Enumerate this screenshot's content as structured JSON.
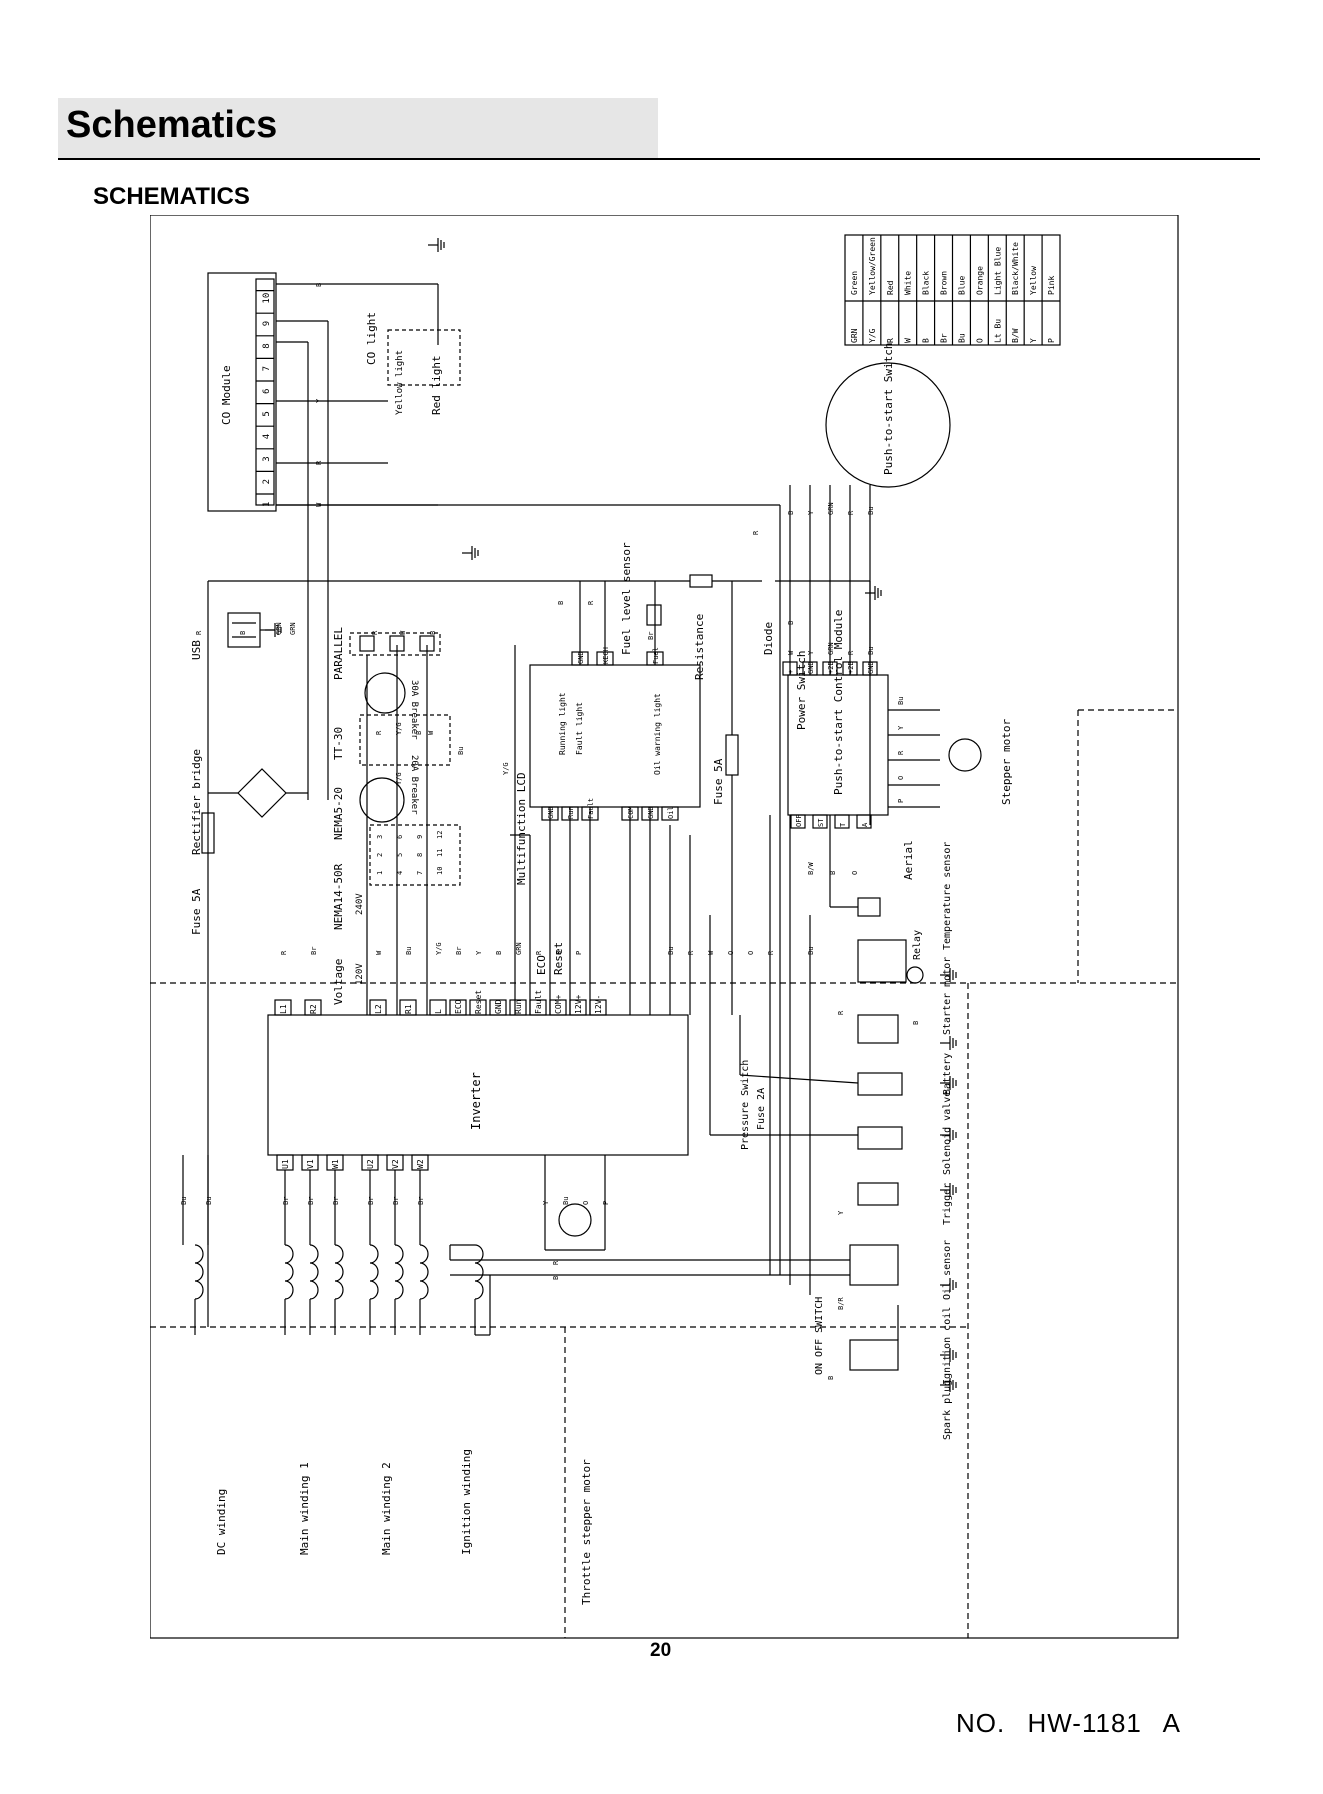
{
  "header": {
    "title": "Schematics"
  },
  "section": {
    "title": "SCHEMATICS"
  },
  "footer": {
    "page_number": "20",
    "doc_number": "NO.   HW-1181   A"
  },
  "colors": {
    "ink": "#000000",
    "header_band": "#e6e6e6"
  },
  "co_module": {
    "title": "CO Module",
    "pins": [
      "1",
      "2",
      "3",
      "4",
      "5",
      "6",
      "7",
      "8",
      "9",
      "10"
    ],
    "co_light": "CO light",
    "yellow_light": "Yellow light",
    "red_light": "Red light"
  },
  "wire_labels": {
    "b": "B",
    "r": "R",
    "y": "Y",
    "w": "W",
    "bu": "Bu",
    "br": "Br",
    "grn": "GRN",
    "yg": "Y/G",
    "o": "O",
    "p": "P",
    "bw": "B/W",
    "br_slash": "B/R"
  },
  "left_column": {
    "usb": "USB",
    "rectifier": "Rectifier bridge",
    "fuse5a": "Fuse 5A"
  },
  "outlets": {
    "parallel": "PARALLEL",
    "tt30": "TT-30",
    "nema520": "NEMA5-20",
    "nema1450": "NEMA14-50R",
    "voltage": "Voltage",
    "breaker30": "30A Breaker",
    "breaker20": "20A Breaker",
    "v120": "120V",
    "v240": "240V",
    "switch_pins": [
      "1",
      "2",
      "3",
      "4",
      "5",
      "6",
      "7",
      "8",
      "9",
      "10",
      "11",
      "12"
    ]
  },
  "lcd": {
    "title": "Multifunction LCD",
    "fuel_sensor": "Fuel level sensor",
    "running": "Running light",
    "fault": "Fault light",
    "oil_warning": "Oil warning light",
    "top_pins": [
      "GND",
      "KECH",
      "Fuel"
    ],
    "bottom_pins": [
      "GND",
      "Run",
      "Fault",
      "COM",
      "GND",
      "Oil"
    ]
  },
  "misc": {
    "resistance": "Resistance",
    "diode": "Diode",
    "power_switch": "Power Switch",
    "eco": "ECO",
    "reset": "Reset",
    "fuse5a_right": "Fuse 5A"
  },
  "color_legend": {
    "rows": [
      {
        "code": "GRN",
        "name": "Green"
      },
      {
        "code": "Y/G",
        "name": "Yellow/Green"
      },
      {
        "code": "R",
        "name": "Red"
      },
      {
        "code": "W",
        "name": "White"
      },
      {
        "code": "B",
        "name": "Black"
      },
      {
        "code": "Br",
        "name": "Brown"
      },
      {
        "code": "Bu",
        "name": "Blue"
      },
      {
        "code": "O",
        "name": "Orange"
      },
      {
        "code": "Lt Bu",
        "name": "Light Blue"
      },
      {
        "code": "B/W",
        "name": "Black/White"
      },
      {
        "code": "Y",
        "name": "Yellow"
      },
      {
        "code": "P",
        "name": "Pink"
      }
    ]
  },
  "push_start": {
    "switch": "Push-to-start Switch",
    "module": "Push-to-start Control Module",
    "stepper": "Stepper motor",
    "aerial": "Aerial",
    "top_pins": [
      "+",
      "GND",
      "+2B",
      "+2B",
      "GND"
    ],
    "bottom_pins": [
      "OFF",
      "ST",
      "T",
      "A"
    ]
  },
  "inverter": {
    "title": "Inverter",
    "top_pins": [
      "L1",
      "R2",
      "L2",
      "R1",
      "L",
      "ECO",
      "Reset",
      "GND",
      "Run",
      "Fault",
      "COM+",
      "12V+",
      "12V-"
    ],
    "bottom_pins": [
      "U1",
      "V1",
      "W1",
      "U2",
      "V2",
      "W2"
    ]
  },
  "right_components": {
    "temperature": "Temperature sensor",
    "relay": "Relay",
    "starter": "Starter motor",
    "battery": "Battery",
    "solenoid": "Solenoid valve",
    "trigger": "Trigger",
    "oil_sensor": "Oil sensor",
    "ignition_coil": "Ignition coil",
    "spark_plug": "Spark plug",
    "pressure_switch": "Pressure Switch",
    "fuse2a": "Fuse 2A",
    "on_off": "ON OFF SWITCH"
  },
  "windings": {
    "dc": "DC winding",
    "main1": "Main winding 1",
    "main2": "Main winding 2",
    "ignition": "Ignition winding",
    "throttle": "Throttle stepper motor"
  }
}
